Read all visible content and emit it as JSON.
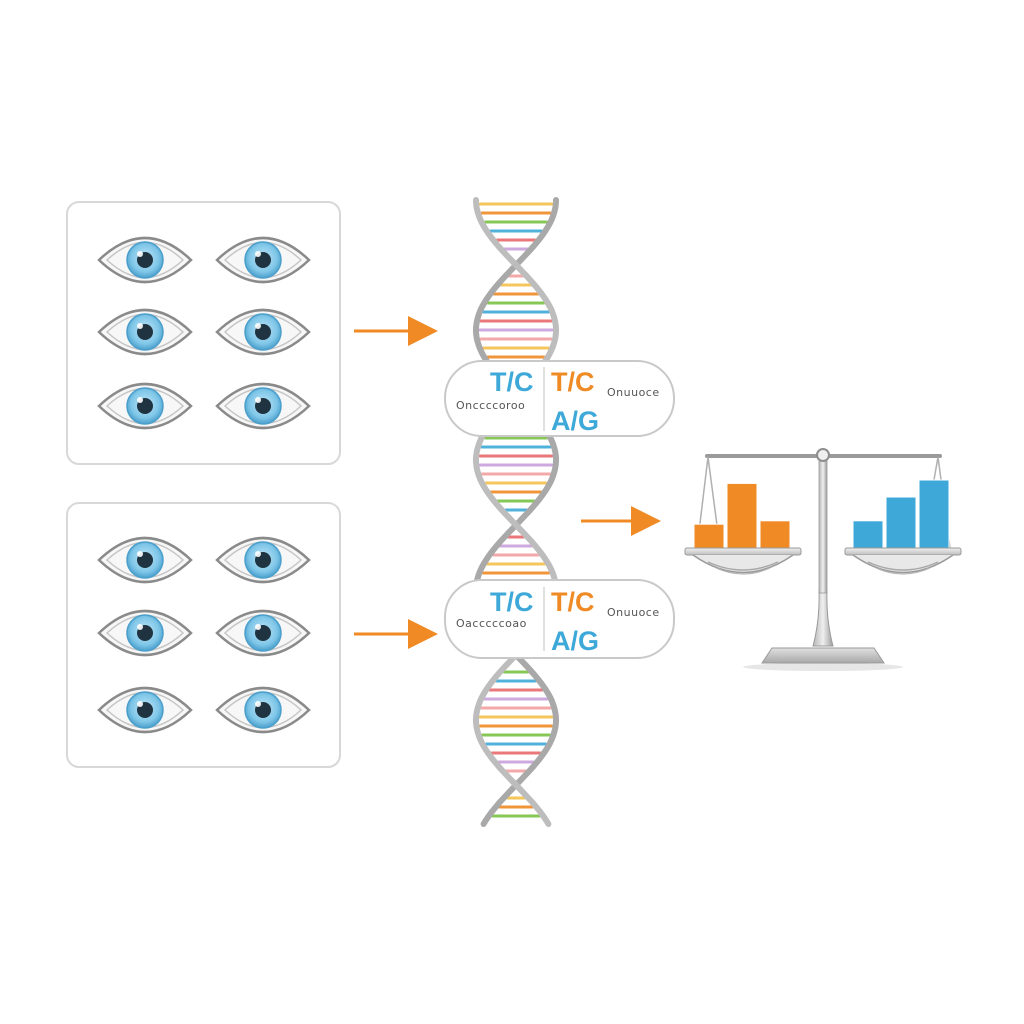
{
  "colors": {
    "blue": "#3ea9d8",
    "orange": "#ef8a24",
    "green": "#7ac143",
    "panel_border": "#d8d8d8",
    "eye_outline": "#8a8a8a",
    "helix": "#a9a9a9"
  },
  "icons": {
    "eye": "eye-icon",
    "dna": "dna-helix-icon",
    "scale": "balance-scale-icon",
    "arrow": "arrow-right-icon"
  },
  "variant_upper": {
    "allele_left": "T/C",
    "allele_right": "T/C",
    "allele_bottom": "A/G",
    "scribble_left": "Onccccoroo",
    "scribble_right": "Onuuoce"
  },
  "variant_lower": {
    "allele_left": "T/C",
    "allele_right": "T/C",
    "allele_bottom": "A/G",
    "scribble_left": "Oacccccoao",
    "scribble_right": "Onuuoce"
  },
  "scale_bars": {
    "left_pan": [
      0.35,
      0.95,
      0.4
    ],
    "right_pan": [
      0.4,
      0.75,
      1.0
    ]
  }
}
